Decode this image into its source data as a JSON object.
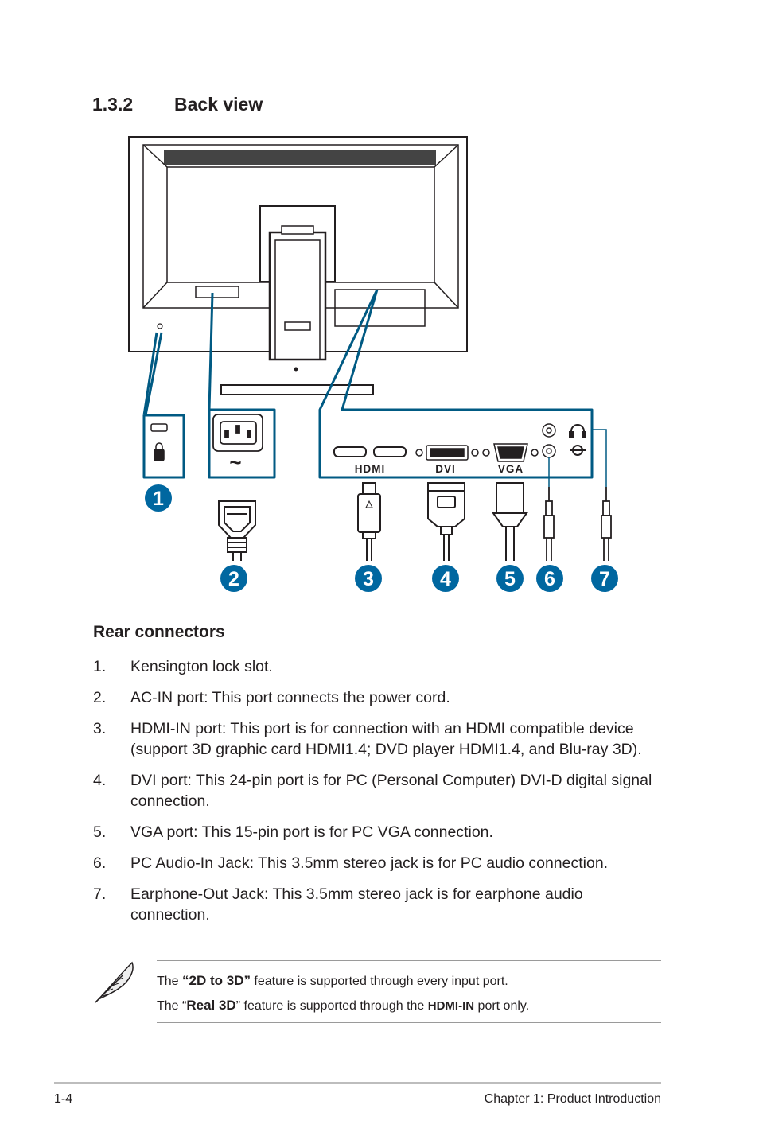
{
  "section": {
    "number": "1.3.2",
    "title": "Back view"
  },
  "diagram": {
    "labels": {
      "hdmi": "HDMI",
      "dvi": "DVI",
      "vga": "VGA",
      "ac_symbol": "~"
    },
    "callouts": [
      "1",
      "2",
      "3",
      "4",
      "5",
      "6",
      "7"
    ],
    "accent_color": "#005a83",
    "callout_color": "#0067a0"
  },
  "rear": {
    "heading": "Rear connectors",
    "items": [
      {
        "num": "1.",
        "text": "Kensington lock slot."
      },
      {
        "num": "2.",
        "text": "AC-IN port: This port connects the power cord."
      },
      {
        "num": "3.",
        "text": "HDMI-IN port: This port is for connection with an HDMI compatible device (support 3D graphic card HDMI1.4; DVD player HDMI1.4, and Blu-ray 3D)."
      },
      {
        "num": "4.",
        "text": "DVI port: This 24-pin port is for PC (Personal Computer) DVI-D digital signal connection."
      },
      {
        "num": "5.",
        "text": "VGA port: This 15-pin port is for PC VGA connection."
      },
      {
        "num": "6.",
        "text": "PC Audio-In Jack: This 3.5mm stereo jack is for PC audio connection."
      },
      {
        "num": "7.",
        "text": "Earphone-Out Jack: This 3.5mm stereo jack is for earphone audio connection."
      }
    ]
  },
  "note": {
    "line1": {
      "pre": "The ",
      "quote_open": "“",
      "term": "2D to 3D",
      "quote_close": "”",
      "post": " feature is supported through every input port."
    },
    "line2": {
      "pre": "The “",
      "term": "Real 3D",
      "mid": "” feature is supported through the ",
      "bold": "HDMI-IN",
      "post": " port only."
    }
  },
  "footer": {
    "page": "1-4",
    "chapter": "Chapter 1: Product Introduction"
  }
}
